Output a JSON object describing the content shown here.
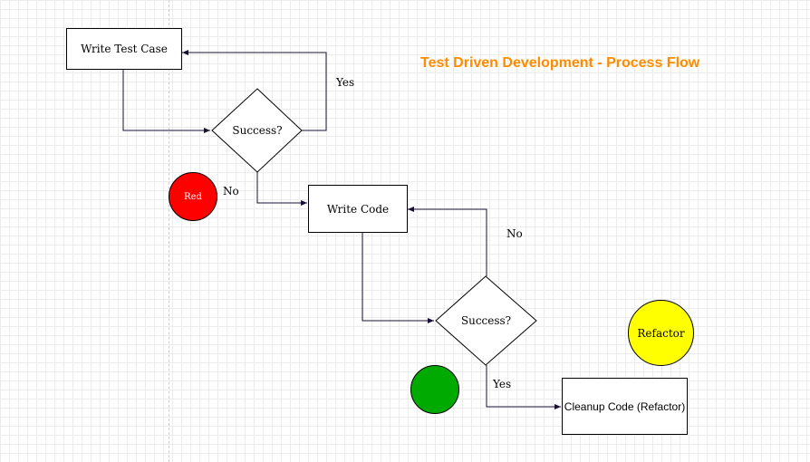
{
  "title": "Test Driven Development - Process Flow",
  "nodes": {
    "write_test_case": "Write Test Case",
    "success_1": "Success?",
    "write_code": "Write Code",
    "success_2": "Success?",
    "cleanup_code": "Cleanup Code (Refactor)"
  },
  "edge_labels": {
    "yes_1": "Yes",
    "no_1": "No",
    "no_2": "No",
    "yes_2": "Yes"
  },
  "indicators": {
    "red": {
      "label": "Red",
      "color": "#ff0000"
    },
    "green": {
      "label": "",
      "color": "#00aa00"
    },
    "refactor": {
      "label": "Refactor",
      "color": "#ffff00"
    }
  },
  "colors": {
    "title": "#ff8c00",
    "stroke": "#000000",
    "arrow": "#1a1033"
  }
}
